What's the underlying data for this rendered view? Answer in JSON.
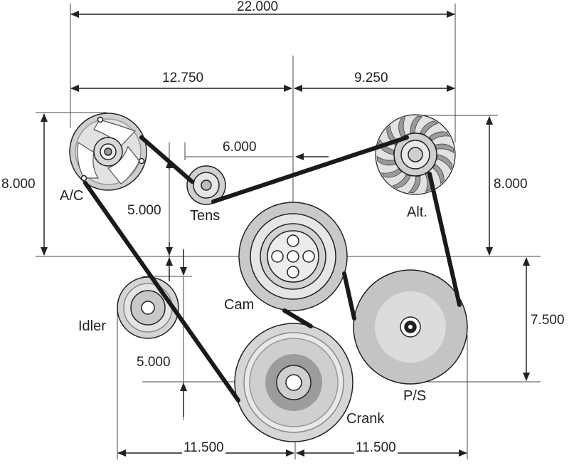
{
  "pulleys": {
    "ac": "A/C",
    "tensioner": "Tens",
    "alternator": "Alt.",
    "cam": "Cam",
    "idler": "Idler",
    "crank": "Crank",
    "power_steering": "P/S"
  },
  "dimensions": {
    "overall_width": "22.000",
    "ac_to_cam": "12.750",
    "cam_to_alt": "9.250",
    "tens_offset_h": "6.000",
    "tens_offset_v": "5.000",
    "ac_height": "8.000",
    "alt_height": "8.000",
    "ps_height": "7.500",
    "idler_height": "5.000",
    "crank_to_idler": "11.500",
    "crank_to_ps": "11.500"
  },
  "colors": {
    "belt": "#1a1a1a",
    "pulley_light": "#e6e6e6",
    "pulley_mid": "#c4c4c4",
    "pulley_dark": "#9a9a9a",
    "line": "#333333"
  }
}
